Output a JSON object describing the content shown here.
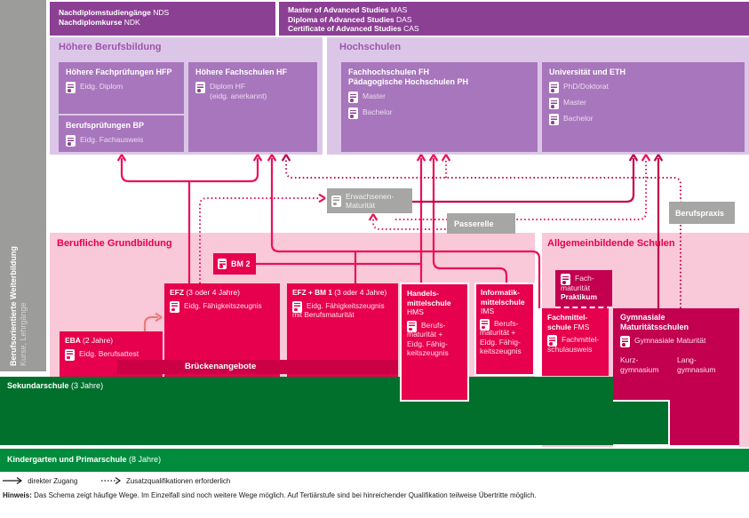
{
  "colors": {
    "purple": "#8c4094",
    "purple_box": "#a876bc",
    "purple_section": "#dcc6e8",
    "crimson": "#e6004d",
    "carmine": "#c2004f",
    "pink_section": "#f9c8d9",
    "green_sek": "#00702c",
    "green_kg": "#008c3c",
    "gray_sidebar": "#9c9c9b",
    "gray_label": "#a6a6a5"
  },
  "icons": {
    "certificate": "certificate-icon",
    "arrow_solid": "solid-arrow-icon",
    "arrow_dashed": "dashed-arrow-icon"
  },
  "sidebar": {
    "title": "Berufsorientierte Weiterbildung",
    "subtitle": "Kurse, Lehrgänge"
  },
  "top_bars": {
    "nds": {
      "l1b": "Nachdiplomstudiengänge",
      "l1n": "NDS",
      "l2b": "Nachdiplomkurse",
      "l2n": "NDK"
    },
    "mas": {
      "l1b": "Master of Advanced Studies",
      "l1n": "MAS",
      "l2b": "Diploma of Advanced Studies",
      "l2n": "DAS",
      "l3b": "Certificate of Advanced Studies",
      "l3n": "CAS"
    }
  },
  "hbb": {
    "title": "Höhere Berufsbildung",
    "hfp": {
      "title": "Höhere Fachprüfungen HFP",
      "cert": "Eidg. Diplom"
    },
    "bp": {
      "title": "Berufsprüfungen BP",
      "cert": "Eidg. Fachausweis"
    },
    "hf": {
      "title": "Höhere Fachschulen HF",
      "cert1": "Diplom HF",
      "cert2": "(eidg. anerkannt)"
    }
  },
  "hs": {
    "title": "Hochschulen",
    "fh": {
      "title1": "Fachhochschulen FH",
      "title2": "Pädagogische Hochschulen PH",
      "deg1": "Master",
      "deg2": "Bachelor"
    },
    "uni": {
      "title": "Universität und ETH",
      "deg1": "PhD/Doktorat",
      "deg2": "Master",
      "deg3": "Bachelor"
    }
  },
  "middle": {
    "erw1": "Erwachsenen-",
    "erw2": "Maturität",
    "passerelle": "Passerelle",
    "berufspraxis": "Berufspraxis"
  },
  "bg": {
    "title": "Berufliche Grundbildung",
    "bm2": "BM 2",
    "eba": {
      "t": "EBA",
      "d": "(2 Jahre)",
      "cert": "Eidg. Berufsattest"
    },
    "efz": {
      "t": "EFZ",
      "d": "(3 oder 4 Jahre)",
      "cert": "Eidg. Fähigkeitszeugnis"
    },
    "efzbm": {
      "t": "EFZ + BM 1",
      "d": "(3 oder 4 Jahre)",
      "cert1": "Eidg. Fähigkeitszeugnis",
      "cert2": "mit Berufsmaturität"
    },
    "brueck": "Brückenangebote",
    "hms": {
      "t1": "Handels-",
      "t2": "mittelschule",
      "t3": "HMS",
      "c1": "Berufs-",
      "c2": "maturität +",
      "c3": "Eidg. Fähig-",
      "c4": "keitszeugnis"
    },
    "ims": {
      "t1": "Informatik-",
      "t2": "mittelschule",
      "t3": "IMS",
      "c1": "Berufs-",
      "c2": "maturität +",
      "c3": "Eidg. Fähig-",
      "c4": "keitszeugnis"
    }
  },
  "as": {
    "title": "Allgemeinbildende Schulen",
    "fachmat": {
      "c1": "Fach-",
      "c2": "maturität",
      "p": "Praktikum"
    },
    "fms": {
      "t1": "Fachmittel-",
      "t2": "schule",
      "t3": "FMS",
      "c1": "Fachmittel-",
      "c2": "schulausweis"
    },
    "gym": {
      "t1": "Gymnasiale",
      "t2": "Maturitätsschulen",
      "cert": "Gymnasiale Maturität",
      "k1": "Kurz-",
      "k2": "gymnasium",
      "l1": "Lang-",
      "l2": "gymnasium"
    }
  },
  "school": {
    "sek_b": "Sekundarschule",
    "sek_n": "(3 Jahre)",
    "kg_b": "Kindergarten und Primarschule",
    "kg_n": "(8 Jahre)"
  },
  "legend": {
    "direct": "direkter Zugang",
    "zusatz": "Zusatzqualifikationen erforderlich",
    "hinweis_b": "Hinweis:",
    "hinweis": "Das Schema zeigt häufige Wege. Im Einzelfall sind noch weitere Wege möglich. Auf Tertiärstufe sind bei hinreichender Qualifikation teilweise Übertritte möglich."
  }
}
